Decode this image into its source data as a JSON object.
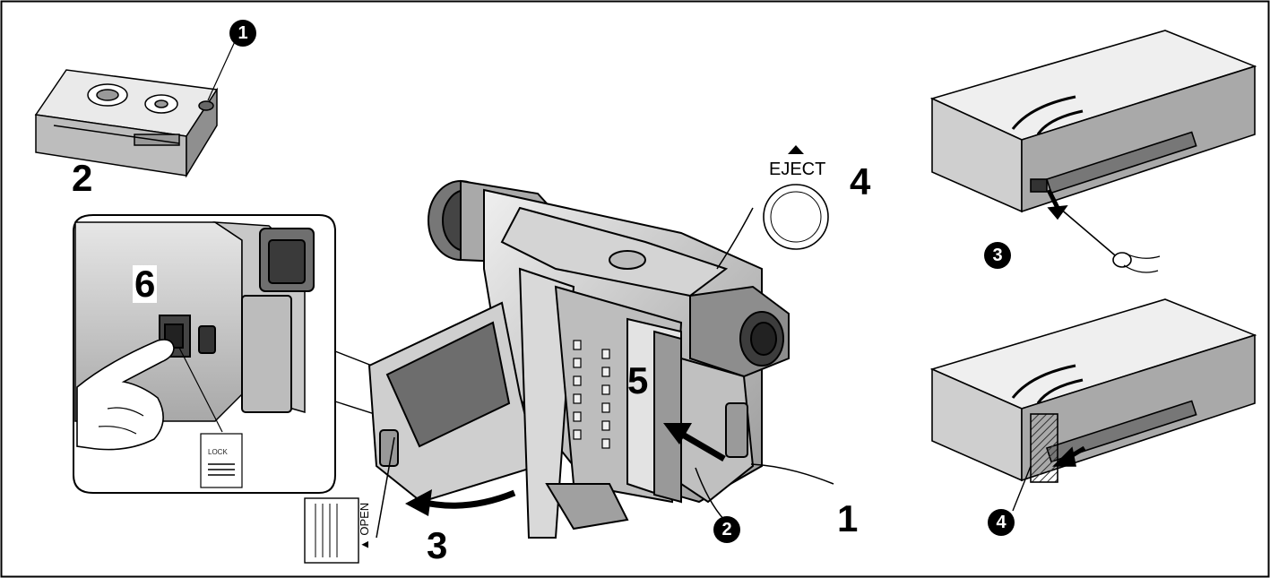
{
  "callouts": {
    "big_numbers": [
      "1",
      "2",
      "3",
      "4",
      "5",
      "6"
    ],
    "circled_numbers": [
      "1",
      "2",
      "3",
      "4"
    ]
  },
  "labels": {
    "eject": "EJECT",
    "lock": "LOCK",
    "open": "OPEN"
  },
  "colors": {
    "line": "#000000",
    "light_gray": "#d9d9d9",
    "mid_gray": "#b5b5b5",
    "dark_gray": "#555555"
  }
}
